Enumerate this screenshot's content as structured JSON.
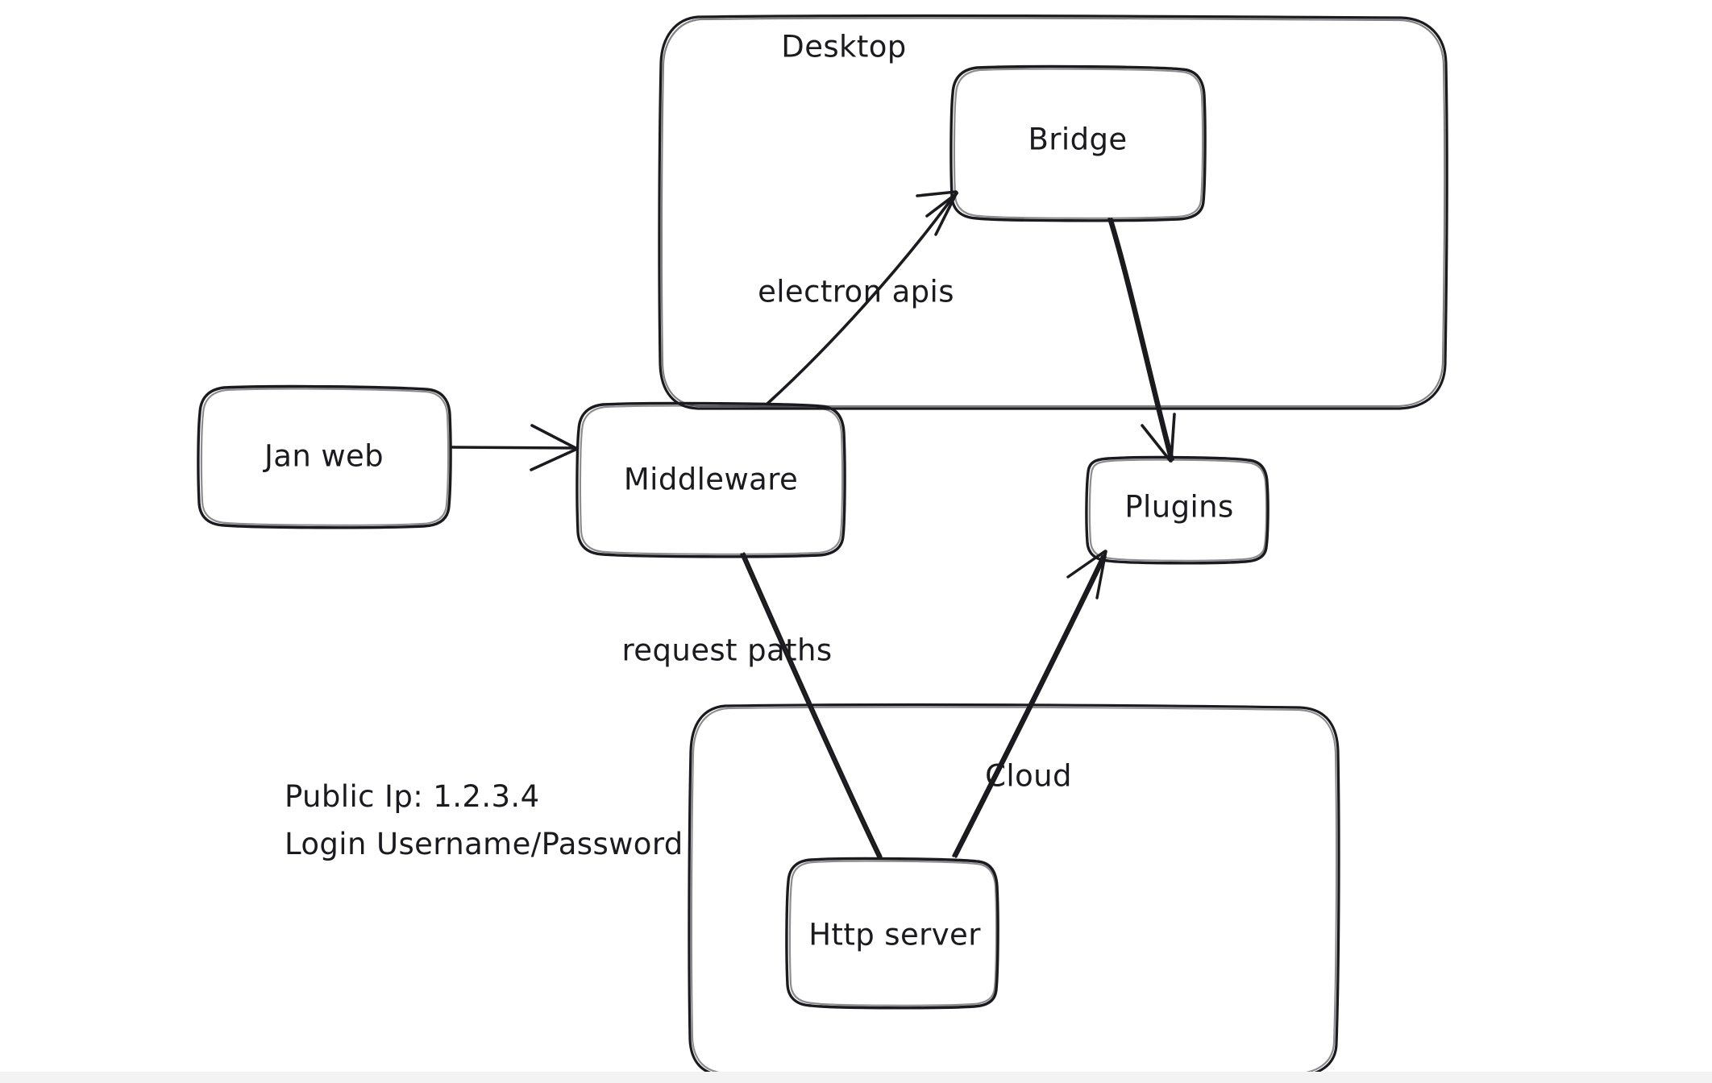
{
  "diagram": {
    "title_visible": false,
    "style": "hand-drawn-sketch",
    "stroke_color": "#1b1b1f",
    "background_color": "#ffffff",
    "groups": [
      {
        "id": "desktop",
        "label": "Desktop"
      },
      {
        "id": "cloud_group",
        "label": ""
      }
    ],
    "nodes": [
      {
        "id": "jan_web",
        "label": "Jan web"
      },
      {
        "id": "middleware",
        "label": "Middleware"
      },
      {
        "id": "bridge",
        "label": "Bridge"
      },
      {
        "id": "plugins",
        "label": "Plugins"
      },
      {
        "id": "http_server",
        "label": "Http server"
      }
    ],
    "edges": [
      {
        "id": "jan_to_middleware",
        "from": "jan_web",
        "to": "middleware",
        "label": "",
        "arrow": true
      },
      {
        "id": "middleware_to_bridge",
        "from": "middleware",
        "to": "bridge",
        "label": "electron apis",
        "arrow": true
      },
      {
        "id": "bridge_to_plugins",
        "from": "bridge",
        "to": "plugins",
        "label": "",
        "arrow": true
      },
      {
        "id": "middleware_to_http",
        "from": "middleware",
        "to": "http_server",
        "label": "request paths",
        "arrow": false
      },
      {
        "id": "http_to_plugins",
        "from": "http_server",
        "to": "plugins",
        "label": "Cloud",
        "arrow": true
      }
    ],
    "notes": {
      "public_ip": "Public Ip: 1.2.3.4",
      "login": "Login Username/Password"
    }
  }
}
